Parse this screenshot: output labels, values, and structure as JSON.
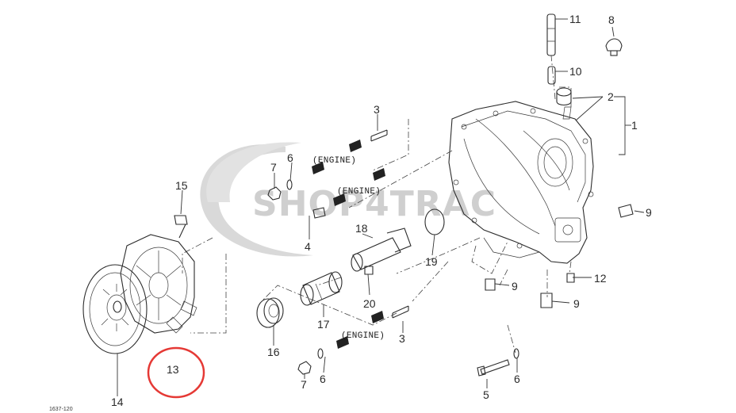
{
  "diagram": {
    "parts": [
      {
        "id": "p1",
        "label": "1"
      },
      {
        "id": "p2",
        "label": "2"
      },
      {
        "id": "p3a",
        "label": "3"
      },
      {
        "id": "p3b",
        "label": "3"
      },
      {
        "id": "p4",
        "label": "4"
      },
      {
        "id": "p5",
        "label": "5"
      },
      {
        "id": "p6a",
        "label": "6"
      },
      {
        "id": "p6b",
        "label": "6"
      },
      {
        "id": "p6c",
        "label": "6"
      },
      {
        "id": "p7a",
        "label": "7"
      },
      {
        "id": "p7b",
        "label": "7"
      },
      {
        "id": "p8",
        "label": "8"
      },
      {
        "id": "p9a",
        "label": "9"
      },
      {
        "id": "p9b",
        "label": "9"
      },
      {
        "id": "p9c",
        "label": "9"
      },
      {
        "id": "p10",
        "label": "10"
      },
      {
        "id": "p11",
        "label": "11"
      },
      {
        "id": "p12",
        "label": "12"
      },
      {
        "id": "p13",
        "label": "13"
      },
      {
        "id": "p14",
        "label": "14"
      },
      {
        "id": "p15",
        "label": "15"
      },
      {
        "id": "p16",
        "label": "16"
      },
      {
        "id": "p17",
        "label": "17"
      },
      {
        "id": "p18",
        "label": "18"
      },
      {
        "id": "p19",
        "label": "19"
      },
      {
        "id": "p20",
        "label": "20"
      }
    ],
    "engine_labels": [
      "(ENGINE)",
      "(ENGINE)",
      "(ENGINE)"
    ],
    "figure_code": "1637-120",
    "watermark": "SHOP4TRAC",
    "highlight_color": "#e53935",
    "line_color": "#2c2c2c"
  }
}
